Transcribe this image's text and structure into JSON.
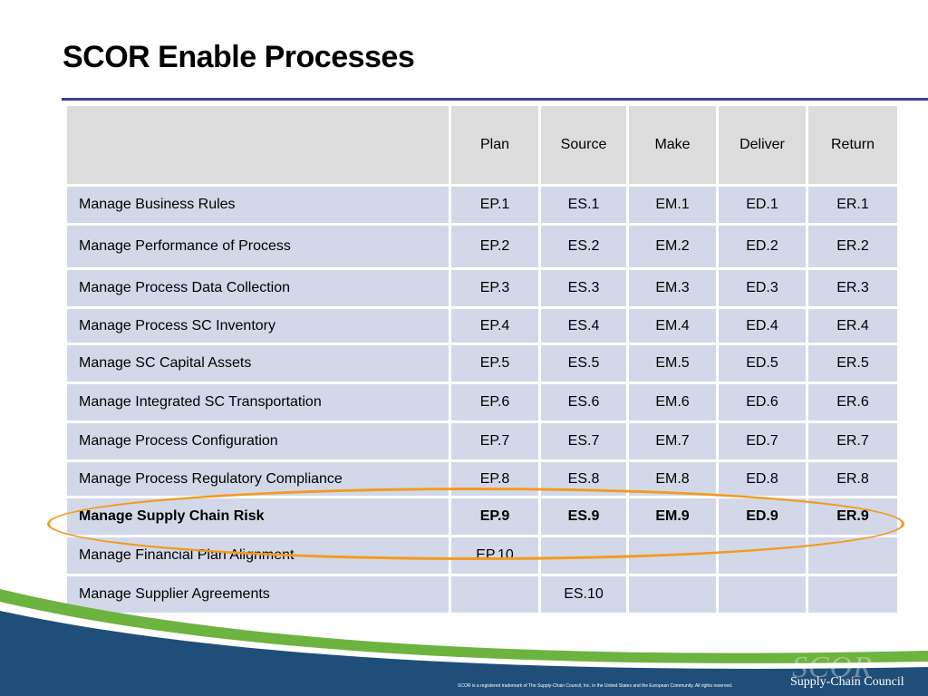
{
  "title": "SCOR Enable Processes",
  "table": {
    "headers": [
      "",
      "Plan",
      "Source",
      "Make",
      "Deliver",
      "Return"
    ],
    "rows": [
      [
        "Manage Business Rules",
        "EP.1",
        "ES.1",
        "EM.1",
        "ED.1",
        "ER.1"
      ],
      [
        "Manage Performance of Process",
        "EP.2",
        "ES.2",
        "EM.2",
        "ED.2",
        "ER.2"
      ],
      [
        "Manage Process Data Collection",
        "EP.3",
        "ES.3",
        "EM.3",
        "ED.3",
        "ER.3"
      ],
      [
        "Manage Process SC Inventory",
        "EP.4",
        "ES.4",
        "EM.4",
        "ED.4",
        "ER.4"
      ],
      [
        "Manage SC Capital Assets",
        "EP.5",
        "ES.5",
        "EM.5",
        "ED.5",
        "ER.5"
      ],
      [
        "Manage Integrated SC Transportation",
        "EP.6",
        "ES.6",
        "EM.6",
        "ED.6",
        "ER.6"
      ],
      [
        "Manage Process Configuration",
        "EP.7",
        "ES.7",
        "EM.7",
        "ED.7",
        "ER.7"
      ],
      [
        "Manage Process Regulatory Compliance",
        "EP.8",
        "ES.8",
        "EM.8",
        "ED.8",
        "ER.8"
      ],
      [
        "Manage Supply Chain Risk",
        "EP.9",
        "ES.9",
        "EM.9",
        "ED.9",
        "ER.9"
      ],
      [
        "Manage Financial Plan Alignment",
        "EP.10",
        "",
        "",
        "",
        ""
      ],
      [
        "Manage Supplier Agreements",
        "",
        "ES.10",
        "",
        "",
        ""
      ]
    ],
    "highlighted_row": "Manage Supply Chain Risk"
  },
  "footer": {
    "trademark": "SCOR is a registered trademark of The Supply-Chain Council, Inc. in the United States and the European Community. All rights reserved.",
    "logo_script": "SCOR",
    "logo_text": "Supply-Chain Council"
  },
  "colors": {
    "title_rule": "#3b3f8f",
    "cell_bg": "#d2d8e8",
    "header_bg": "#dcdcdc",
    "highlight_ring": "#f39a1e",
    "swoosh_green": "#6cb33f",
    "swoosh_blue": "#1f4e79"
  }
}
